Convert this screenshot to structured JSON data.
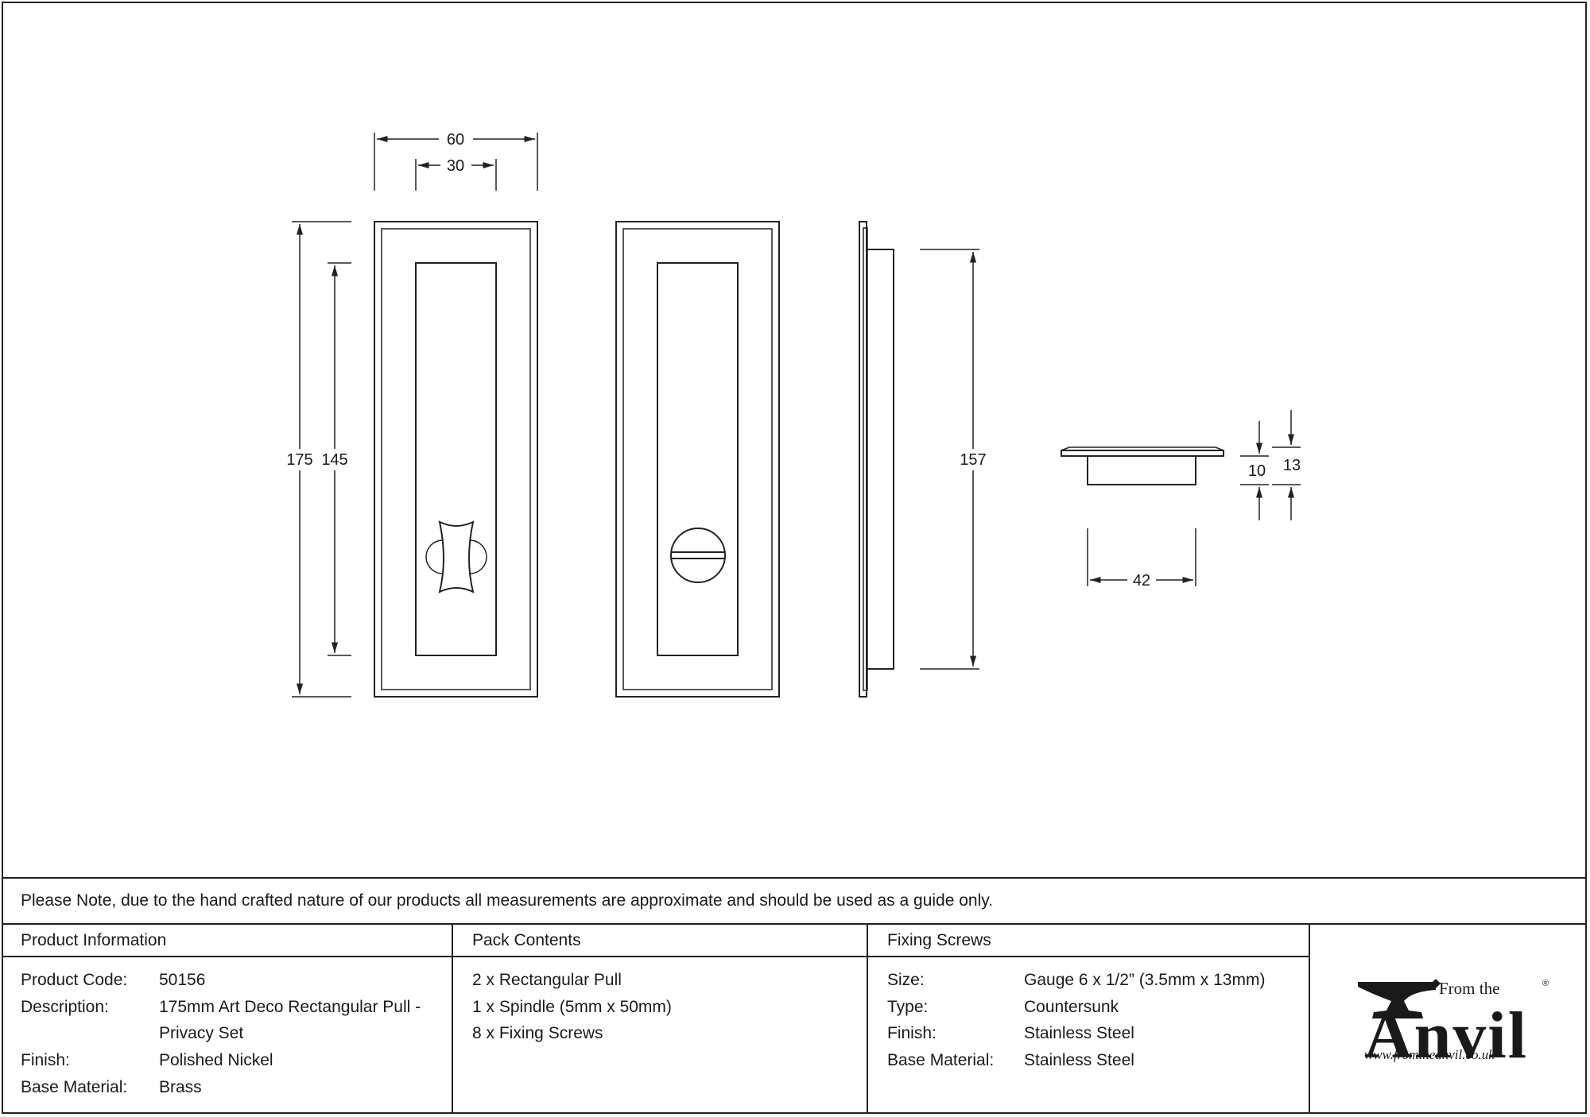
{
  "dimensions": {
    "width_outer": "60",
    "width_inner": "30",
    "height_outer": "175",
    "height_inner": "145",
    "height_body": "157",
    "depth_body": "10",
    "depth_total": "13",
    "body_width": "42"
  },
  "note": "Please Note, due to the hand crafted nature of our products all measurements are approximate and should be used as a guide only.",
  "product_info": {
    "heading": "Product Information",
    "code_label": "Product Code:",
    "code_value": "50156",
    "description_label": "Description:",
    "description_line1": "175mm Art Deco Rectangular Pull -",
    "description_line2": "Privacy Set",
    "finish_label": "Finish:",
    "finish_value": "Polished Nickel",
    "base_label": "Base Material:",
    "base_value": "Brass"
  },
  "pack_contents": {
    "heading": "Pack Contents",
    "items": [
      "2 x Rectangular Pull",
      "1 x Spindle (5mm x 50mm)",
      "8 x Fixing Screws"
    ]
  },
  "fixing_screws": {
    "heading": "Fixing Screws",
    "size_label": "Size:",
    "size_value": "Gauge 6 x 1/2” (3.5mm x 13mm)",
    "type_label": "Type:",
    "type_value": "Countersunk",
    "finish_label": "Finish:",
    "finish_value": "Stainless Steel",
    "base_label": "Base Material:",
    "base_value": "Stainless Steel"
  },
  "logo": {
    "from_the": "From the",
    "name": "Anvil",
    "url": "www.fromtheanvil.co.uk",
    "registered": "®"
  }
}
